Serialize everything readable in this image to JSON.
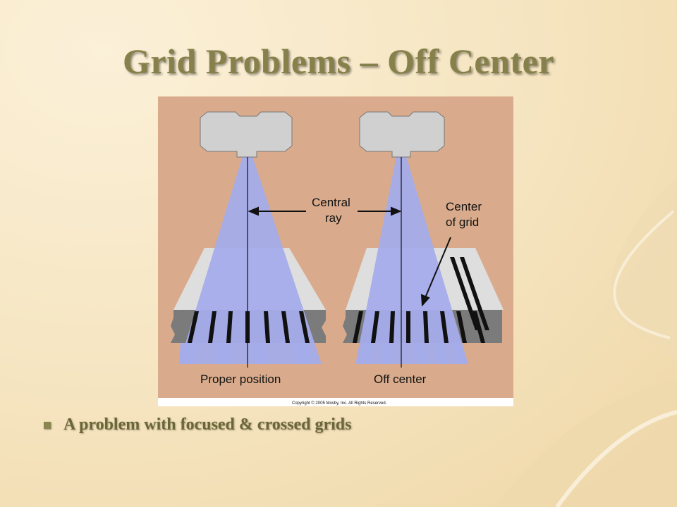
{
  "slide": {
    "title": "Grid Problems – Off Center",
    "bullets": [
      "A problem with focused & crossed grids"
    ]
  },
  "figure": {
    "label_central_ray_1": "Central",
    "label_central_ray_2": "ray",
    "label_center_grid_1": "Center",
    "label_center_grid_2": "of grid",
    "label_proper": "Proper position",
    "label_off": "Off center",
    "copyright": "Copyright © 2005 Mosby, Inc. All Rights Reserved."
  },
  "colors": {
    "background": "#f5e4bf",
    "title": "#86804a",
    "figure_bg": "#d9ab8c",
    "beam": "#a4acea",
    "tube": "#d0d0d0",
    "grid_body": "#dedede",
    "grid_dark": "#7b7b7b"
  }
}
